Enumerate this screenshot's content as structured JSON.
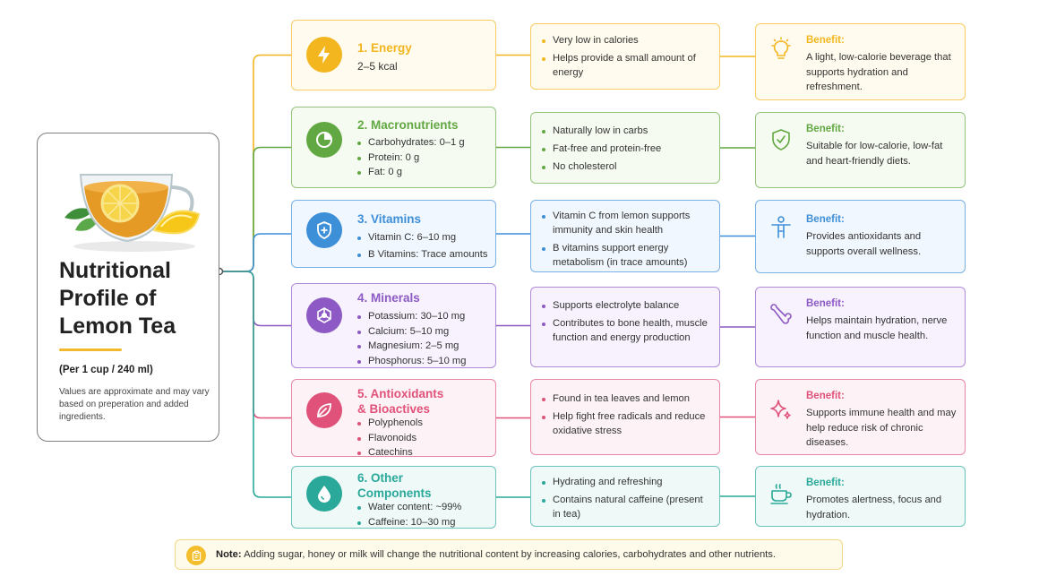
{
  "title": {
    "lines": [
      "Nutritional",
      "Profile of",
      "Lemon Tea"
    ],
    "serving": "(Per 1 cup / 240 ml)",
    "disclaimer": "Values are approximate and may vary based on preperation and added ingredients."
  },
  "colors": {
    "energy": "#f3b61f",
    "macro": "#62a842",
    "vitamins": "#3d8fd8",
    "minerals": "#8d59c4",
    "antioxidants": "#e0527a",
    "other": "#2aa89a"
  },
  "rows": [
    {
      "key": "energy",
      "icon": "lightning-icon",
      "title_lines": [
        "1. Energy"
      ],
      "subtitle": "2–5 kcal",
      "items": [],
      "notes": [
        "Very low in calories",
        "Helps provide a small amount of energy"
      ],
      "benefit_icon": "lightbulb-icon",
      "benefit_label": "Benefit:",
      "benefit_text": "A light, low-calorie beverage that supports hydration and refreshment."
    },
    {
      "key": "macro",
      "icon": "pie-chart-icon",
      "title_lines": [
        "2. Macronutrients"
      ],
      "subtitle": "",
      "items": [
        "Carbohydrates: 0–1 g",
        "Protein: 0 g",
        "Fat: 0 g"
      ],
      "notes": [
        "Naturally low in carbs",
        "Fat-free and protein-free",
        "No cholesterol"
      ],
      "benefit_icon": "shield-check-icon",
      "benefit_label": "Benefit:",
      "benefit_text": "Suitable for low-calorie, low-fat and heart-friendly diets."
    },
    {
      "key": "vitamins",
      "icon": "shield-plus-icon",
      "title_lines": [
        "3. Vitamins"
      ],
      "subtitle": "",
      "items": [
        "Vitamin C: 6–10 mg",
        "B Vitamins: Trace amounts"
      ],
      "notes": [
        "Vitamin C from lemon supports immunity and skin health",
        "B vitamins support energy metabolism (in trace amounts)"
      ],
      "benefit_icon": "person-icon",
      "benefit_label": "Benefit:",
      "benefit_text": "Provides antioxidants and supports overall wellness."
    },
    {
      "key": "minerals",
      "icon": "molecule-icon",
      "title_lines": [
        "4. Minerals"
      ],
      "subtitle": "",
      "items": [
        "Potassium: 30–10 mg",
        "Calcium: 5–10 mg",
        "Magnesium: 2–5 mg",
        "Phosphorus: 5–10 mg"
      ],
      "notes": [
        "Supports electrolyte balance",
        "Contributes to bone health, muscle function and energy production"
      ],
      "benefit_icon": "bone-icon",
      "benefit_label": "Benefit:",
      "benefit_text": "Helps maintain hydration, nerve function and muscle health."
    },
    {
      "key": "antioxidants",
      "icon": "leaf-icon",
      "title_lines": [
        "5. Antioxidants",
        "& Bioactives"
      ],
      "subtitle": "",
      "items": [
        "Polyphenols",
        "Flavonoids",
        "Catechins"
      ],
      "notes": [
        "Found in tea leaves and lemon",
        "Help fight free radicals and reduce oxidative stress"
      ],
      "benefit_icon": "sparkle-icon",
      "benefit_label": "Benefit:",
      "benefit_text": "Supports immune health and may help reduce risk of chronic diseases."
    },
    {
      "key": "other",
      "icon": "water-drop-icon",
      "title_lines": [
        "6. Other",
        "Components"
      ],
      "subtitle": "",
      "items": [
        "Water content: ~99%",
        "Caffeine: 10–30 mg"
      ],
      "notes": [
        "Hydrating and refreshing",
        "Contains natural caffeine (present in tea)"
      ],
      "benefit_icon": "tea-cup-icon",
      "benefit_label": "Benefit:",
      "benefit_text": "Promotes alertness, focus and hydration."
    }
  ],
  "note": {
    "label": "Note:",
    "text": "Adding sugar, honey or milk will change the nutritional content by increasing calories, carbohydrates and other nutrients."
  }
}
